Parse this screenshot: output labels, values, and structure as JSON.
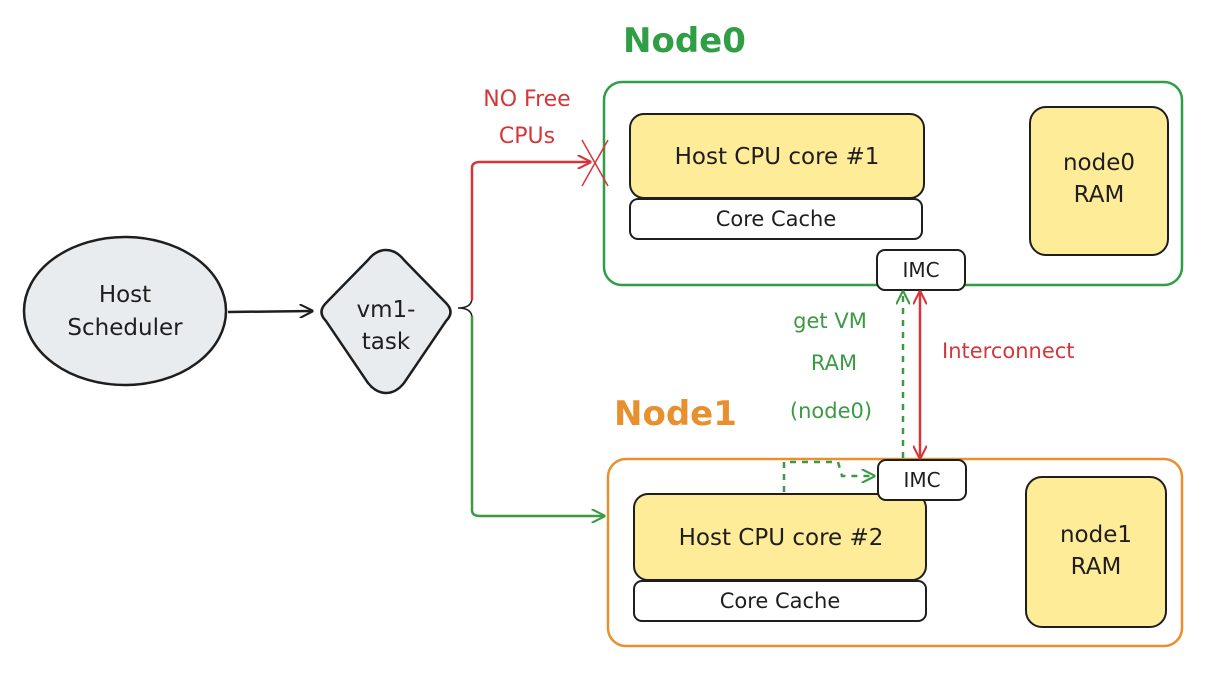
{
  "scheduler": {
    "line1": "Host",
    "line2": "Scheduler"
  },
  "task": {
    "line1": "vm1-",
    "line2": "task"
  },
  "node0": {
    "title": "Node0",
    "cpu_label": "Host CPU core #1",
    "cache_label": "Core Cache",
    "imc_label": "IMC",
    "ram_line1": "node0",
    "ram_line2": "RAM"
  },
  "node1": {
    "title": "Node1",
    "cpu_label": "Host CPU core #2",
    "cache_label": "Core Cache",
    "imc_label": "IMC",
    "ram_line1": "node1",
    "ram_line2": "RAM"
  },
  "annotations": {
    "no_free_line1": "NO Free",
    "no_free_line2": "CPUs",
    "interconnect": "Interconnect",
    "get_vm_line1": "get VM",
    "get_vm_line2": "RAM",
    "get_vm_line3": "(node0)"
  },
  "colors": {
    "node0_border": "#2f9e44",
    "node1_border": "#e8902e",
    "fill_yellow": "#ffec99",
    "fill_gray": "#e9ecef",
    "red": "#d3373a",
    "green": "#3c9a44",
    "stroke": "#1e1e1e"
  }
}
